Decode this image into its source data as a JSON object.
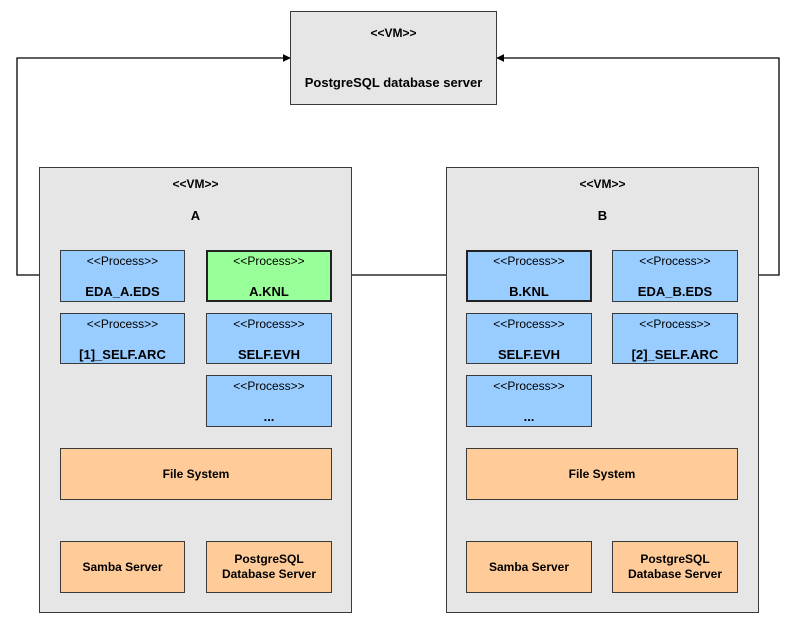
{
  "colors": {
    "vm_fill": "#e6e6e6",
    "process_fill": "#99ccff",
    "active_process_fill": "#99ff99",
    "storage_fill": "#ffcc99",
    "line": "#000000"
  },
  "top_vm": {
    "stereotype": "<<VM>>",
    "name": "PostgreSQL database server"
  },
  "vm_a": {
    "stereotype": "<<VM>>",
    "name": "A",
    "processes": [
      {
        "stereotype": "<<Process>>",
        "name": "EDA_A.EDS"
      },
      {
        "stereotype": "<<Process>>",
        "name": "A.KNL"
      },
      {
        "stereotype": "<<Process>>",
        "name": "[1]_SELF.ARC"
      },
      {
        "stereotype": "<<Process>>",
        "name": "SELF.EVH"
      },
      {
        "stereotype": "<<Process>>",
        "name": "..."
      }
    ],
    "file_system": "File System",
    "samba": "Samba Server",
    "postgres_line1": "PostgreSQL",
    "postgres_line2": "Database Server"
  },
  "vm_b": {
    "stereotype": "<<VM>>",
    "name": "B",
    "processes": [
      {
        "stereotype": "<<Process>>",
        "name": "B.KNL"
      },
      {
        "stereotype": "<<Process>>",
        "name": "EDA_B.EDS"
      },
      {
        "stereotype": "<<Process>>",
        "name": "SELF.EVH"
      },
      {
        "stereotype": "<<Process>>",
        "name": "[2]_SELF.ARC"
      },
      {
        "stereotype": "<<Process>>",
        "name": "..."
      }
    ],
    "file_system": "File System",
    "samba": "Samba Server",
    "postgres_line1": "PostgreSQL",
    "postgres_line2": "Database Server"
  }
}
